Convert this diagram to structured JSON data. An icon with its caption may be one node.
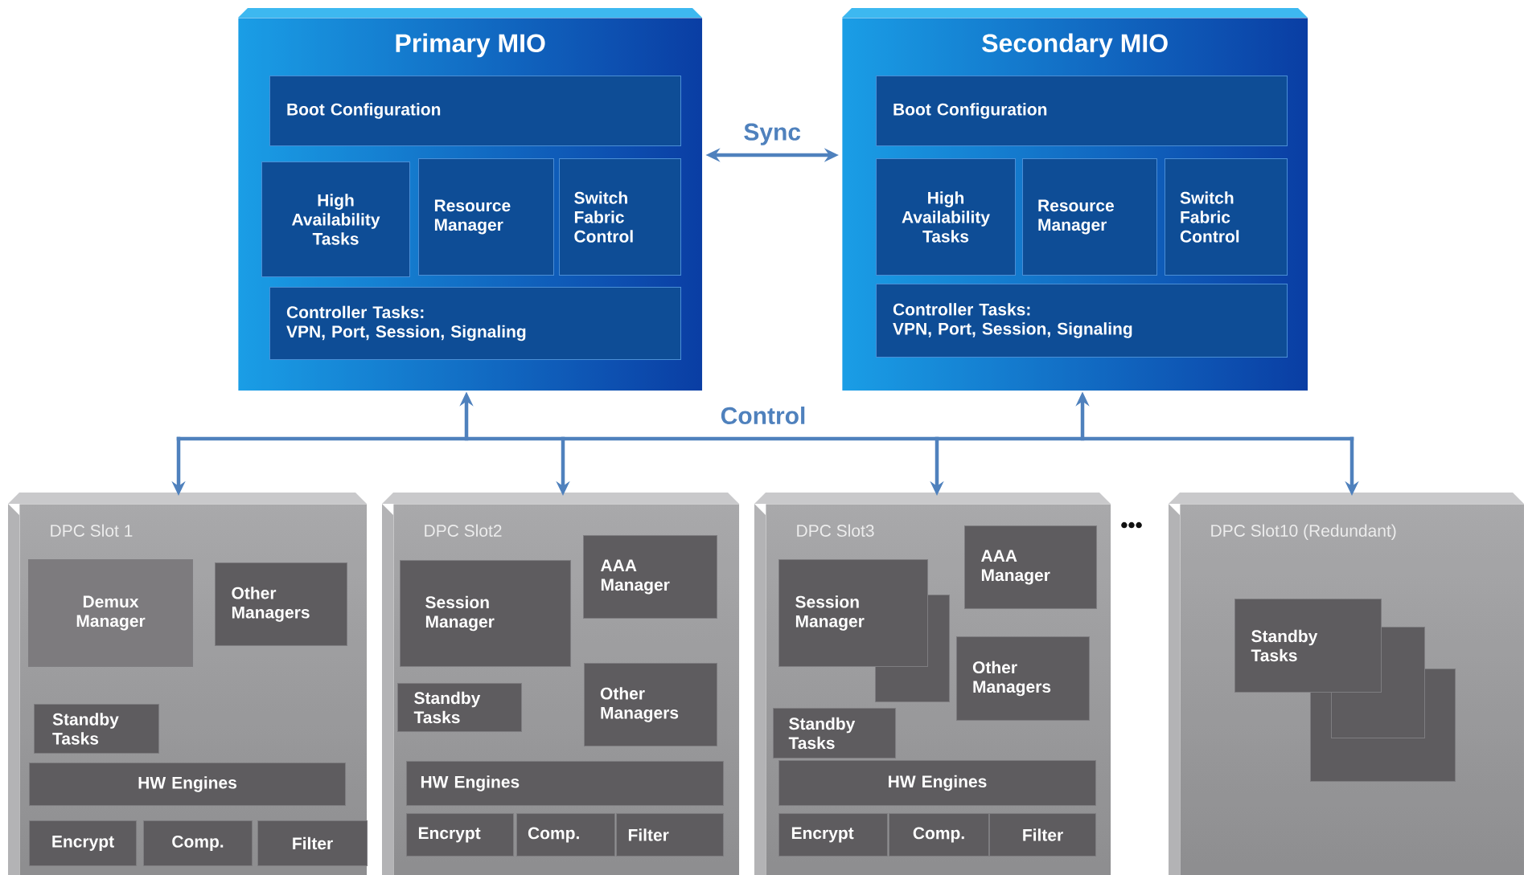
{
  "diagram": {
    "nodes": [
      {
        "text": [
          "Primary MIO"
        ]
      },
      {
        "text": [
          "Boot Configuration"
        ],
        "in": 0
      },
      {
        "text": [
          "High Availability Tasks"
        ],
        "in": 0
      },
      {
        "text": [
          "Resource Manager"
        ],
        "in": 0
      },
      {
        "text": [
          "Switch Fabric Control"
        ],
        "in": 0
      },
      {
        "text": [
          "Controller Tasks:",
          "VPN, Port, Session, Signaling"
        ],
        "in": 0
      },
      {
        "text": [
          "Secondary MIO"
        ]
      },
      {
        "text": [
          "Boot Configuration"
        ],
        "in": 6
      },
      {
        "text": [
          "High Availability Tasks"
        ],
        "in": 6
      },
      {
        "text": [
          "Resource Manager"
        ],
        "in": 6
      },
      {
        "text": [
          "Switch Fabric Control"
        ],
        "in": 6
      },
      {
        "text": [
          "Controller Tasks:",
          "VPN, Port, Session, Signaling"
        ],
        "in": 6
      },
      {
        "text": [
          "DPC Slot 1"
        ]
      },
      {
        "text": [
          "Demux Manager"
        ],
        "in": 12
      },
      {
        "text": [
          "Other Managers"
        ],
        "in": 12
      },
      {
        "text": [
          "Standby Tasks"
        ],
        "in": 12
      },
      {
        "text": [
          "HW Engines"
        ],
        "in": 12
      },
      {
        "text": [
          "Encrypt"
        ],
        "in": 12
      },
      {
        "text": [
          "Comp."
        ],
        "in": 12
      },
      {
        "text": [
          "Filter"
        ],
        "in": 12
      },
      {
        "text": [
          "DPC Slot2"
        ]
      },
      {
        "text": [
          "Session Manager"
        ],
        "in": 20
      },
      {
        "text": [
          "AAA Manager"
        ],
        "in": 20
      },
      {
        "text": [
          "Standby Tasks"
        ],
        "in": 20
      },
      {
        "text": [
          "Other Managers"
        ],
        "in": 20
      },
      {
        "text": [
          "HW Engines"
        ],
        "in": 20
      },
      {
        "text": [
          "Encrypt"
        ],
        "in": 20
      },
      {
        "text": [
          "Comp."
        ],
        "in": 20
      },
      {
        "text": [
          "Filter"
        ],
        "in": 20
      },
      {
        "text": [
          "DPC Slot3"
        ]
      },
      {
        "text": [
          "Session Manager"
        ],
        "in": 29
      },
      {
        "text": [
          "AAA Manager"
        ],
        "in": 29
      },
      {
        "text": [
          "Other Managers"
        ],
        "in": 29
      },
      {
        "text": [
          "Standby Tasks"
        ],
        "in": 29
      },
      {
        "text": [
          "HW Engines"
        ],
        "in": 29
      },
      {
        "text": [
          "Encrypt"
        ],
        "in": 29
      },
      {
        "text": [
          "Comp."
        ],
        "in": 29
      },
      {
        "text": [
          "Filter"
        ],
        "in": 29
      },
      {
        "text": [
          "DPC Slot10 (Redundant)"
        ]
      },
      {
        "text": [
          "Standby Tasks"
        ],
        "in": 38
      },
      {
        "text": [],
        "shape": "box",
        "in": 29
      },
      {
        "text": [],
        "shape": "box",
        "in": 38
      },
      {
        "text": [],
        "shape": "box",
        "in": 38
      }
    ],
    "edges": [
      {
        "from": 0,
        "to": 6,
        "arrow": "both",
        "label": "Sync"
      },
      {
        "from": 0,
        "to": 12,
        "arrow": "both"
      },
      {
        "from": 0,
        "to": 20,
        "arrow": "both"
      },
      {
        "from": 0,
        "to": 29,
        "arrow": "both"
      },
      {
        "from": 0,
        "to": 38,
        "arrow": "both"
      },
      {
        "from": 6,
        "to": 12,
        "arrow": "both"
      },
      {
        "from": 6,
        "to": 20,
        "arrow": "both"
      },
      {
        "from": 6,
        "to": 29,
        "arrow": "both"
      },
      {
        "from": 6,
        "to": 38,
        "arrow": "both"
      }
    ],
    "labels": [
      "Control",
      "•••"
    ]
  }
}
